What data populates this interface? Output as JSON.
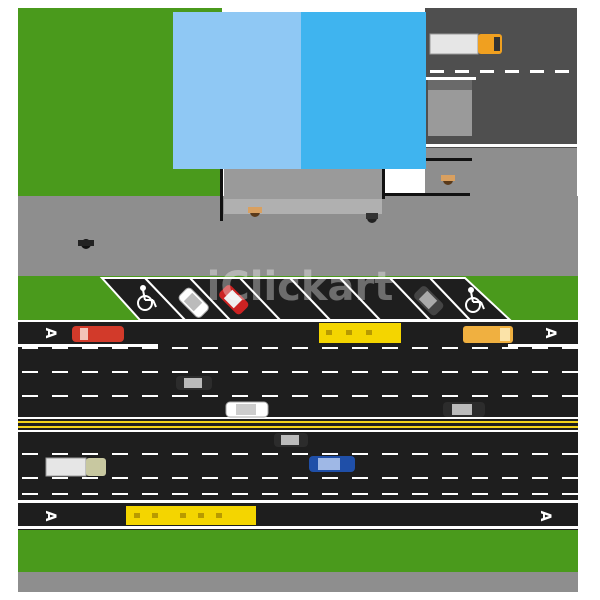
{
  "watermark": "iClickart",
  "lane_marker": "A",
  "colors": {
    "grass": "#4a9a1c",
    "asphalt": "#1e1e1e",
    "sidewalk": "#8e8e8e",
    "building_left": "#8fc8f4",
    "building_right": "#3fb4ef",
    "yellow_line": "#f2d21a",
    "bus": "#f4d500"
  },
  "icons": {
    "accessible_parking": "wheelchair-icon"
  },
  "vehicles": [
    {
      "kind": "truck",
      "color": "#e6e6e6",
      "cab": "#f0a020"
    },
    {
      "kind": "car",
      "color": "#d23a2a"
    },
    {
      "kind": "bus",
      "color": "#f4d500"
    },
    {
      "kind": "van",
      "color": "#f0b040"
    },
    {
      "kind": "car",
      "color": "#ffffff"
    },
    {
      "kind": "car",
      "color": "#cc2222"
    },
    {
      "kind": "car",
      "color": "#444444"
    },
    {
      "kind": "car",
      "color": "#2c2c2c"
    },
    {
      "kind": "car",
      "color": "#ffffff"
    },
    {
      "kind": "car",
      "color": "#2c2c2c"
    },
    {
      "kind": "car",
      "color": "#2c2c2c"
    },
    {
      "kind": "car",
      "color": "#1f4fa8"
    },
    {
      "kind": "truck",
      "color": "#e6e6e6",
      "cab": "#c8c8a0"
    },
    {
      "kind": "bus",
      "color": "#f4d500"
    }
  ]
}
